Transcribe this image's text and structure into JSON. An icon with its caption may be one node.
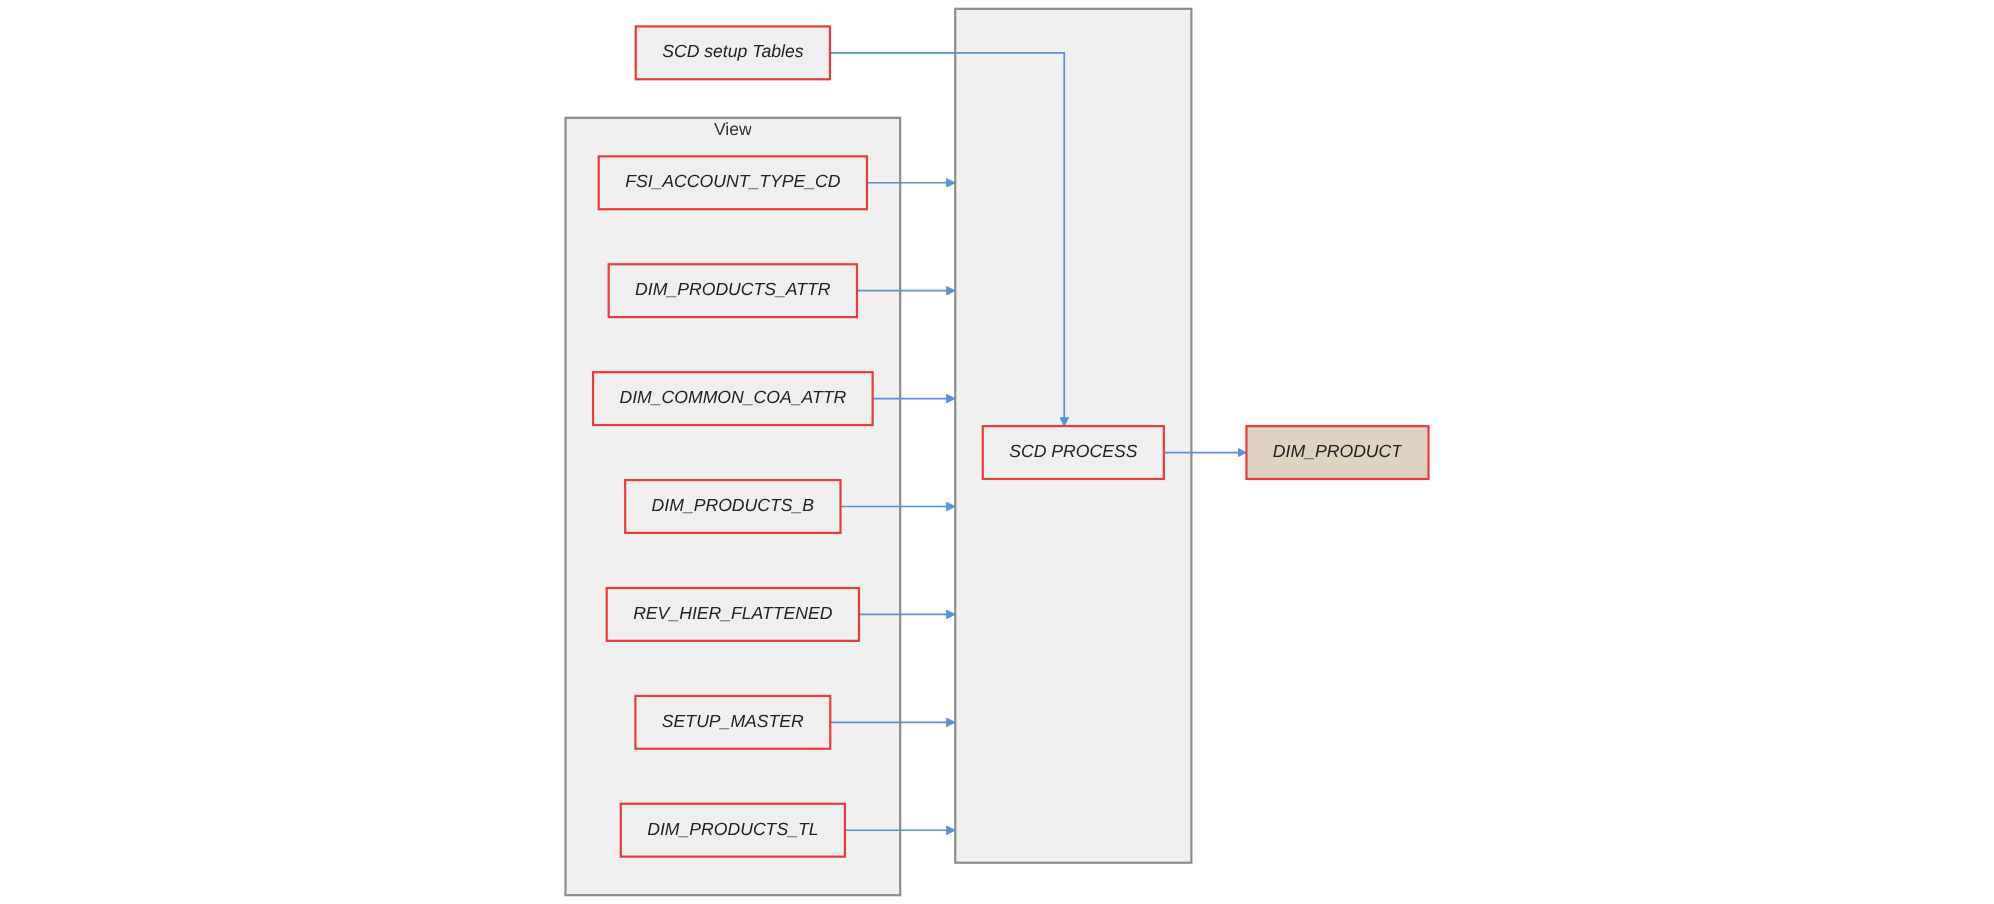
{
  "diagram": {
    "nodes": [
      {
        "text": [
          "View"
        ]
      },
      {
        "text": [
          "FSI_ACCOUNT_TYPE_CD"
        ],
        "in": 0
      },
      {
        "text": [
          "DIM_PRODUCTS_ATTR"
        ],
        "in": 0
      },
      {
        "text": [
          "DIM_COMMON_COA_ATTR"
        ],
        "in": 0
      },
      {
        "text": [
          "DIM_PRODUCTS_B"
        ],
        "in": 0
      },
      {
        "text": [
          "REV_HIER_FLATTENED"
        ],
        "in": 0
      },
      {
        "text": [
          "SETUP_MASTER"
        ],
        "in": 0
      },
      {
        "text": [
          "DIM_PRODUCTS_TL"
        ],
        "in": 0
      },
      {
        "text": [],
        "shape": "box"
      },
      {
        "text": [
          "SCD PROCESS"
        ],
        "in": 8
      },
      {
        "text": [
          "DIM_PRODUCT"
        ]
      },
      {
        "text": [
          "SCD setup Tables"
        ]
      }
    ],
    "edges": [
      {
        "from": 1,
        "to": 8,
        "arrow": "to"
      },
      {
        "from": 2,
        "to": 8,
        "arrow": "to"
      },
      {
        "from": 3,
        "to": 8,
        "arrow": "to"
      },
      {
        "from": 4,
        "to": 8,
        "arrow": "to"
      },
      {
        "from": 5,
        "to": 8,
        "arrow": "to"
      },
      {
        "from": 6,
        "to": 8,
        "arrow": "to"
      },
      {
        "from": 7,
        "to": 8,
        "arrow": "to"
      },
      {
        "from": 9,
        "to": 10,
        "arrow": "to"
      },
      {
        "from": 11,
        "to": 9,
        "arrow": "to"
      }
    ]
  }
}
